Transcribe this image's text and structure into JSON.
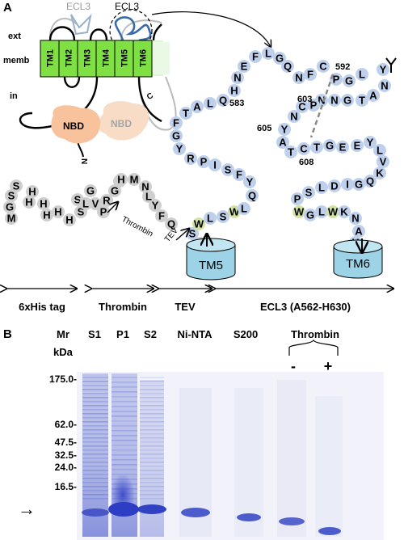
{
  "panel_a": {
    "label": "A",
    "cartoon": {
      "ecl3_faded": "ECL3",
      "ecl3_main": "ECL3",
      "ext": "ext",
      "memb": "memb",
      "in": "in",
      "tm_labels": [
        "TM1",
        "TM2",
        "TM3",
        "TM4",
        "TM5",
        "TM6"
      ],
      "nbd_front": "NBD",
      "nbd_back": "NBD",
      "n_term": "N",
      "c_term": "C"
    },
    "loop_labels": {
      "res_583": "583",
      "res_592": "592",
      "res_603": "603",
      "res_605": "605",
      "res_608": "608",
      "res_562": "562",
      "res_630": "630"
    },
    "tm_cylinders": {
      "tm5": "TM5",
      "tm6": "TM6"
    },
    "his_tag_residues": [
      "M",
      "G",
      "S",
      "S",
      "H",
      "H",
      "H",
      "H",
      "H",
      "H"
    ],
    "thrombin_residues": [
      "S",
      "S",
      "G",
      "L",
      "V",
      "P",
      "R",
      "G",
      "S"
    ],
    "tev_residues": [
      "H",
      "M",
      "N",
      "L",
      "Y",
      "F",
      "Q"
    ],
    "ecl3_residues": [
      "S",
      "W",
      "L",
      "S",
      "W",
      "L",
      "Q",
      "Y",
      "F",
      "S",
      "I",
      "P",
      "R",
      "Y",
      "G",
      "F",
      "T",
      "A",
      "L",
      "Q",
      "H",
      "N",
      "E",
      "F",
      "L",
      "G",
      "Q",
      "N",
      "F",
      "C",
      "P",
      "G",
      "L",
      "Y",
      "N",
      "A",
      "T",
      "G",
      "N",
      "N",
      "P",
      "C",
      "N",
      "Y",
      "A",
      "T",
      "C",
      "T",
      "G",
      "E",
      "E",
      "Y",
      "L",
      "V",
      "K",
      "Q",
      "G",
      "I",
      "D",
      "L",
      "S",
      "P",
      "W",
      "G",
      "L",
      "W",
      "K",
      "N",
      "A",
      "H"
    ],
    "cleavage_labels": {
      "thrombin": "Thrombin",
      "tev": "TEV"
    },
    "segments": [
      "6xHis tag",
      "Thrombin",
      "TEV",
      "ECL3 (A562-H630)"
    ],
    "colors": {
      "tm_green": "#7ee043",
      "nbd_peach": "#f7c29c",
      "residue_blue": "#bed0ec",
      "residue_gray": "#cfcfcf",
      "residue_green": "#d3e3a4",
      "cylinder_blue": "#9dd3e6",
      "ecl3_blue": "#3a6aa8"
    }
  },
  "panel_b": {
    "label": "B",
    "mr_header": "Mr",
    "kda_header": "kDa",
    "markers": [
      "175.0-",
      "62.0-",
      "47.5-",
      "32.5-",
      "24.0-",
      "16.5-"
    ],
    "lanes": [
      "S1",
      "P1",
      "S2",
      "Ni-NTA",
      "S200"
    ],
    "thrombin_header": "Thrombin",
    "thrombin_lanes": [
      "-",
      "+"
    ],
    "arrow": "→",
    "gel_blue": "#3f52c4"
  }
}
